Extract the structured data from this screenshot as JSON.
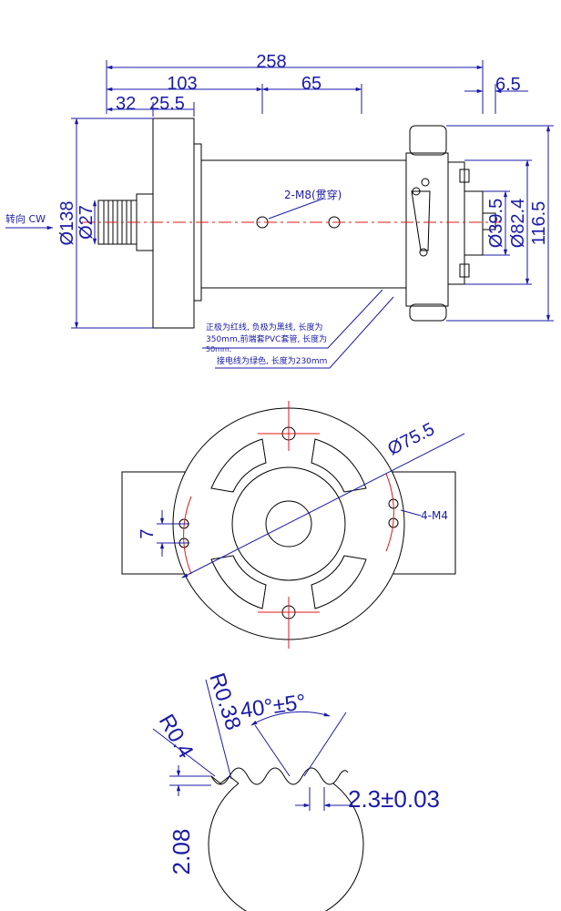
{
  "top_view": {
    "dims": {
      "overall_length": "258",
      "length_103": "103",
      "length_65": "65",
      "length_32": "32",
      "length_25_5": "25.5",
      "length_6_5": "6.5",
      "dia_138": "Ø138",
      "dia_27": "Ø27",
      "dia_39_5": "Ø39.5",
      "dia_82_4": "Ø82.4",
      "height_116_5": "116.5"
    },
    "rotation_label": "转向 CW",
    "hole_label": "2-M8(贯穿)",
    "note_leads": [
      "正极为红线, 负极为黑线, 长度为",
      "350mm,前端套PVC套管, 长度为",
      "50mm."
    ],
    "note_ground": "接电线为绿色, 长度为230mm"
  },
  "end_view": {
    "dia_75_5": "Ø75.5",
    "hole_label": "4-M4",
    "spacing_7": "7"
  },
  "gear_detail": {
    "angle": "40°±5°",
    "radius_038": "R0.38",
    "radius_04": "R0.4",
    "pitch": "2.3±0.03",
    "height": "2.08"
  }
}
